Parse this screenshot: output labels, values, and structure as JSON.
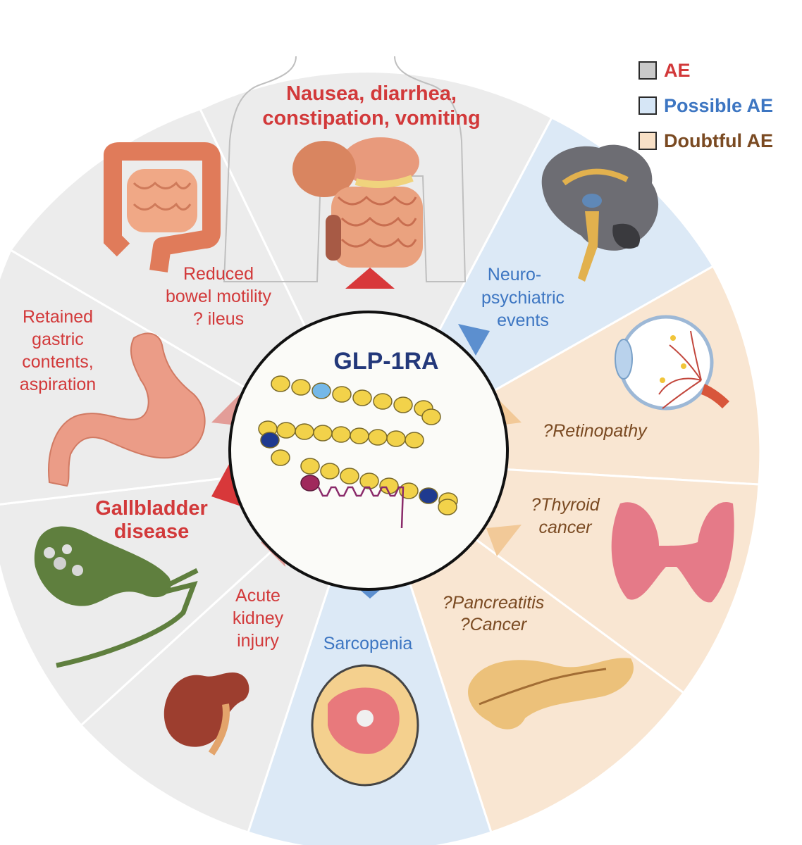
{
  "legend": {
    "items": [
      {
        "label": "AE",
        "swatch": "#c9c9c9",
        "text_color": "#d2393a"
      },
      {
        "label": "Possible AE",
        "swatch": "#d6e6f6",
        "text_color": "#3d76c2"
      },
      {
        "label": "Doubtful AE",
        "swatch": "#f8e0c6",
        "text_color": "#7a4a22"
      }
    ]
  },
  "center": {
    "title": "GLP-1RA"
  },
  "segments": {
    "nausea": {
      "line1": "Nausea, diarrhea,",
      "line2": "constipation, vomiting"
    },
    "neuro": {
      "line1": "Neuro-",
      "line2": "psychiatric",
      "line3": "events"
    },
    "retinopathy": {
      "line1": "?Retinopathy"
    },
    "thyroid": {
      "line1": "?Thyroid",
      "line2": "cancer"
    },
    "pancreatitis": {
      "line1": "?Pancreatitis",
      "line2": "?Cancer"
    },
    "sarcopenia": {
      "line1": "Sarcopenia"
    },
    "kidney": {
      "line1": "Acute",
      "line2": "kidney",
      "line3": "injury"
    },
    "gallbladder": {
      "line1": "Gallbladder",
      "line2": "disease"
    },
    "gastric": {
      "line1": "Retained",
      "line2": "gastric",
      "line3": "contents,",
      "line4": "aspiration"
    },
    "bowel": {
      "line1": "Reduced",
      "line2": "bowel motility",
      "line3": "? ileus"
    }
  },
  "colors": {
    "ae_fill": "#ececec",
    "possible_fill": "#dce9f6",
    "doubtful_fill": "#f9e6d2",
    "ae_text": "#d2393a",
    "possible_text": "#3d76c2",
    "doubtful_text": "#7a4a22"
  }
}
